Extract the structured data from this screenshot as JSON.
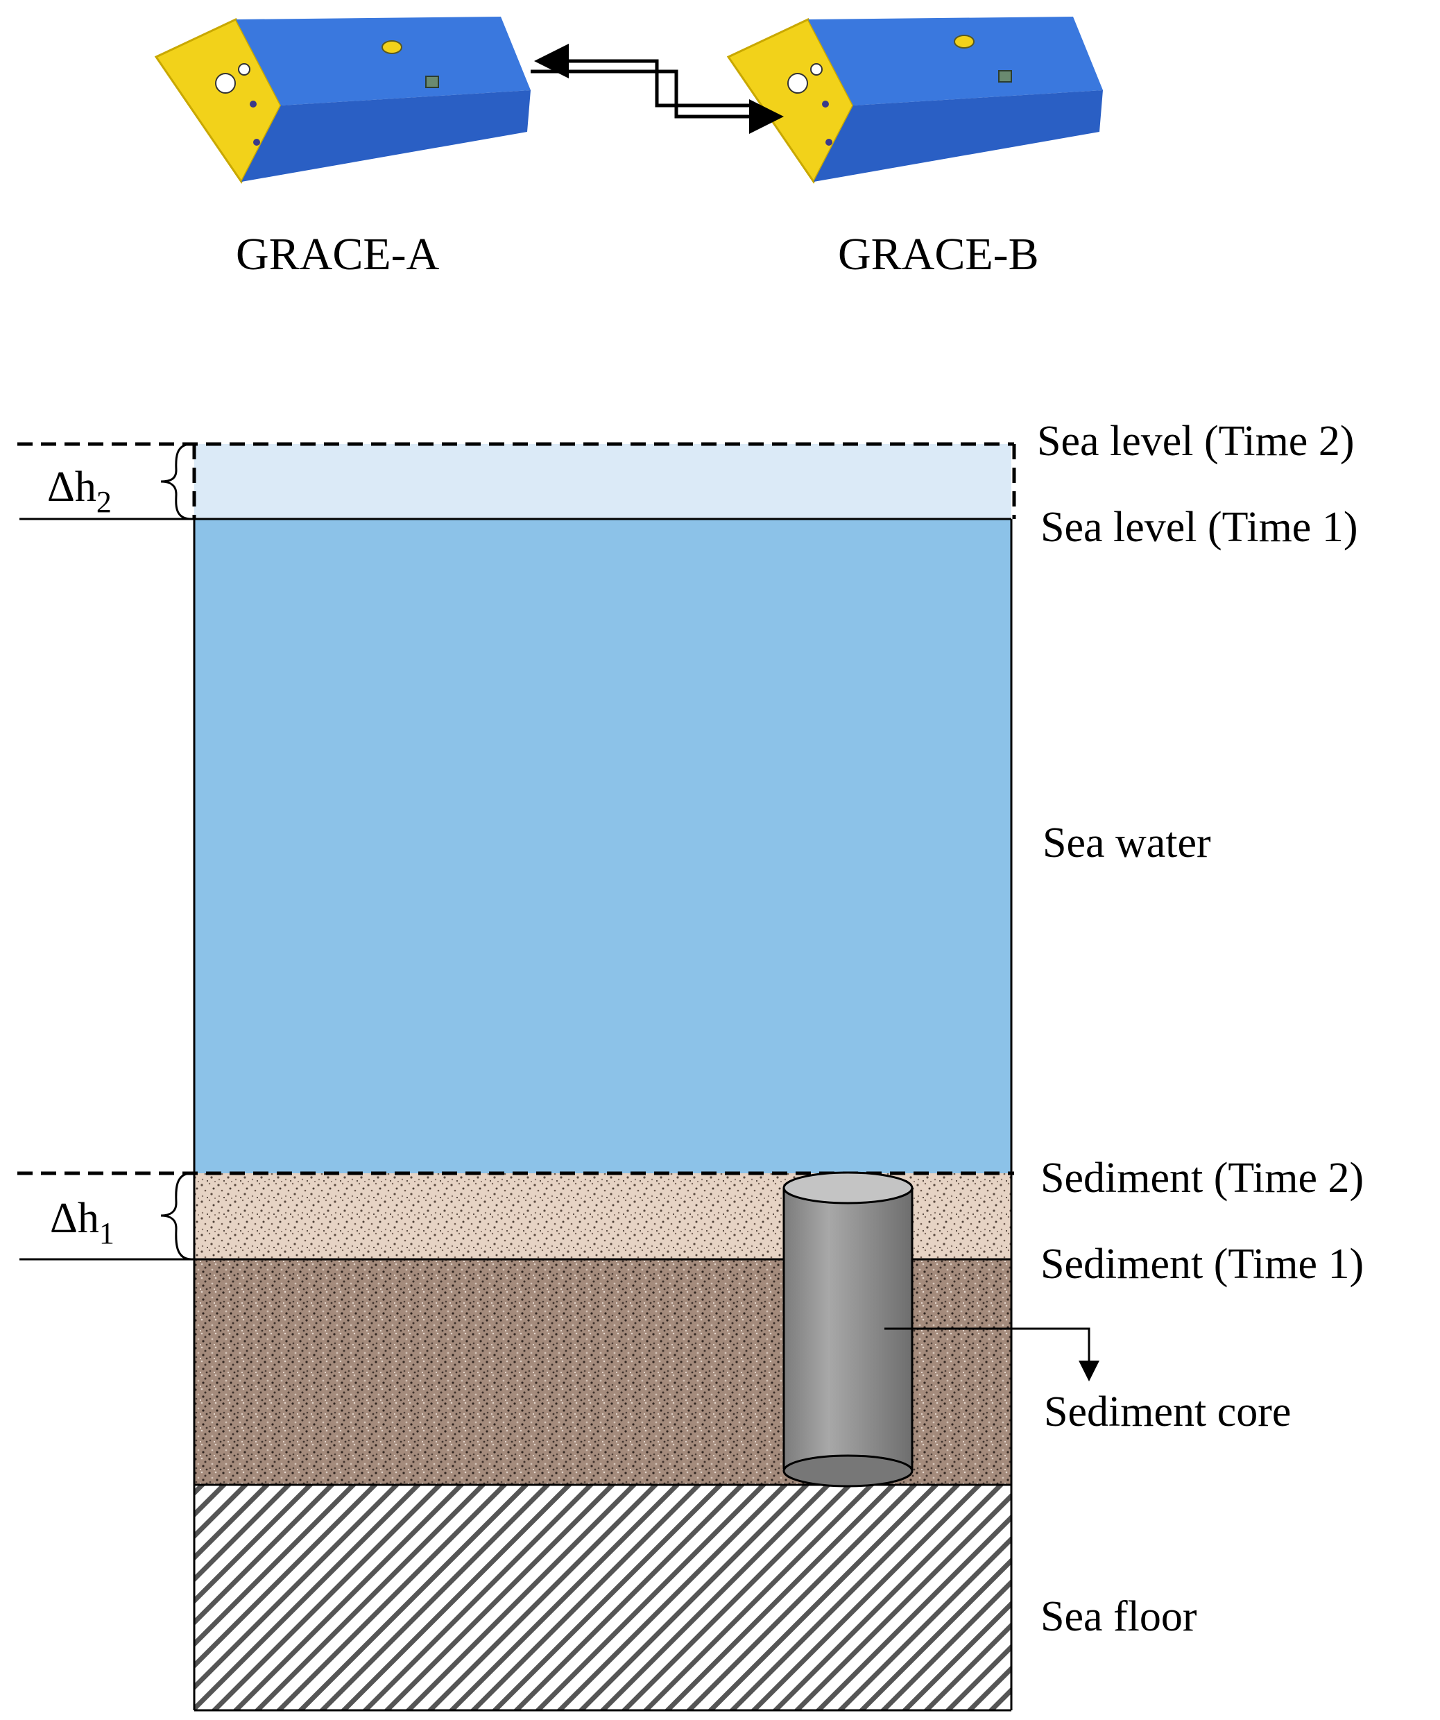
{
  "satellites": {
    "a_label": "GRACE-A",
    "b_label": "GRACE-B"
  },
  "layers": {
    "sea_level_time2": "Sea level (Time 2)",
    "sea_level_time1": "Sea level (Time 1)",
    "sea_water": "Sea water",
    "sediment_time2": "Sediment (Time 2)",
    "sediment_time1": "Sediment (Time 1)",
    "sediment_core": "Sediment core",
    "sea_floor": "Sea floor"
  },
  "deltas": {
    "h2_symbol": "Δh",
    "h2_subscript": "2",
    "h1_symbol": "Δh",
    "h1_subscript": "1"
  },
  "colors": {
    "satellite_body": "#2f6fd6",
    "satellite_panel": "#f2d21a",
    "sea_level_rise": "#dbeaf7",
    "sea_water": "#8cc2e8",
    "sediment_new": "#e6d3c4",
    "sediment_old": "#a48b7c",
    "core": "#8e8e8e"
  }
}
